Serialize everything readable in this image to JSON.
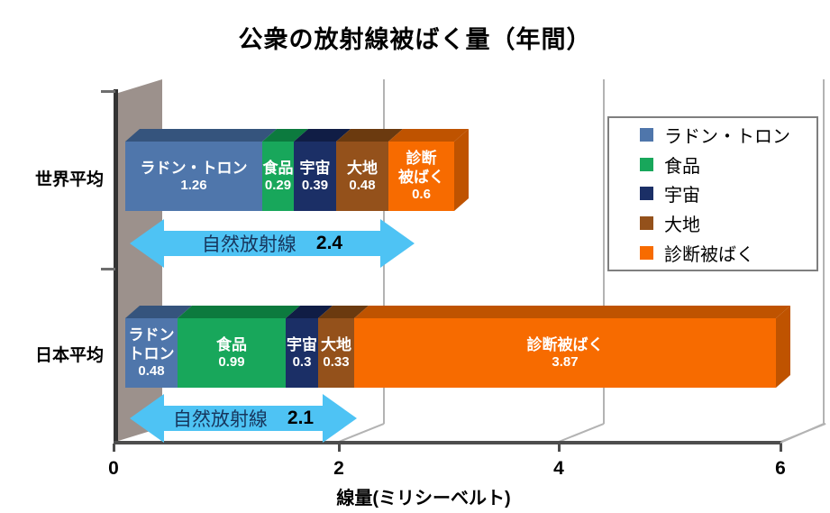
{
  "chart_data": {
    "type": "bar",
    "orientation": "horizontal-stacked-3d",
    "title": "公衆の放射線被ばく量（年間）",
    "categories": [
      "世界平均",
      "日本平均"
    ],
    "series": [
      {
        "name": "ラドン・トロン",
        "color": "#4f76ab",
        "color_dark": "#35547d",
        "values": [
          1.26,
          0.48
        ],
        "display": [
          "1.26",
          "0.48"
        ],
        "label_lines": [
          [
            "ラドン・トロン"
          ],
          [
            "ラドン",
            "トロン"
          ]
        ]
      },
      {
        "name": "食品",
        "color": "#18a75b",
        "color_dark": "#0c7a3e",
        "values": [
          0.29,
          0.99
        ],
        "display": [
          "0.29",
          "0.99"
        ],
        "label_lines": [
          [
            "食品"
          ],
          [
            "食品"
          ]
        ]
      },
      {
        "name": "宇宙",
        "color": "#1b2f66",
        "color_dark": "#101d45",
        "values": [
          0.39,
          0.3
        ],
        "display": [
          "0.39",
          "0.3"
        ],
        "label_lines": [
          [
            "宇宙"
          ],
          [
            "宇宙"
          ]
        ]
      },
      {
        "name": "大地",
        "color": "#94511b",
        "color_dark": "#6b3a0f",
        "values": [
          0.48,
          0.33
        ],
        "display": [
          "0.48",
          "0.33"
        ],
        "label_lines": [
          [
            "大地"
          ],
          [
            "大地"
          ]
        ]
      },
      {
        "name": "診断被ばく",
        "color": "#f76b00",
        "color_dark": "#bf5300",
        "values": [
          0.6,
          3.87
        ],
        "display": [
          "0.6",
          "3.87"
        ],
        "label_lines": [
          [
            "診断",
            "被ばく"
          ],
          [
            "診断被ばく"
          ]
        ]
      }
    ],
    "xlabel": "線量(ミリシーベルト)",
    "xlim": [
      0,
      6
    ],
    "xticks": [
      "0",
      "2",
      "4",
      "6"
    ],
    "grid": "vertical",
    "legend_position": "right",
    "annotations": [
      {
        "label": "自然放射線",
        "value": "2.4",
        "category": "世界平均"
      },
      {
        "label": "自然放射線",
        "value": "2.1",
        "category": "日本平均"
      }
    ]
  }
}
